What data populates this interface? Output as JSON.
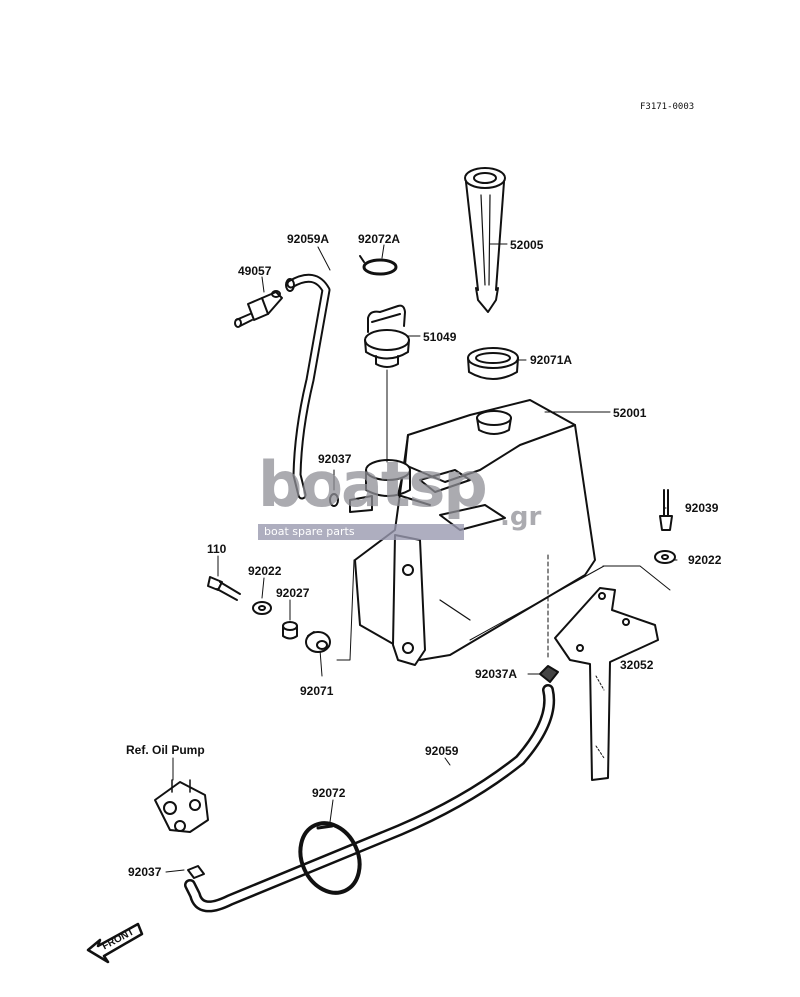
{
  "diagram": {
    "code": "F3171-0003",
    "front_label": "FRONT",
    "reference_label": "Ref. Oil Pump",
    "parts": [
      {
        "id": "p52005",
        "number": "52005"
      },
      {
        "id": "p92059A",
        "number": "92059A"
      },
      {
        "id": "p92072A",
        "number": "92072A"
      },
      {
        "id": "p49057",
        "number": "49057"
      },
      {
        "id": "p51049",
        "number": "51049"
      },
      {
        "id": "p92071A",
        "number": "92071A"
      },
      {
        "id": "p52001",
        "number": "52001"
      },
      {
        "id": "p92037a",
        "number": "92037"
      },
      {
        "id": "p92039",
        "number": "92039"
      },
      {
        "id": "p92022r",
        "number": "92022"
      },
      {
        "id": "p110",
        "number": "110"
      },
      {
        "id": "p92022l",
        "number": "92022"
      },
      {
        "id": "p92027",
        "number": "92027"
      },
      {
        "id": "p92071",
        "number": "92071"
      },
      {
        "id": "p92037A",
        "number": "92037A"
      },
      {
        "id": "p32052",
        "number": "32052"
      },
      {
        "id": "p92059",
        "number": "92059"
      },
      {
        "id": "p92072",
        "number": "92072"
      },
      {
        "id": "p92037b",
        "number": "92037"
      }
    ]
  },
  "watermark": {
    "brand": "boatsp",
    "suffix": ".gr",
    "tagline": "boat spare parts"
  }
}
